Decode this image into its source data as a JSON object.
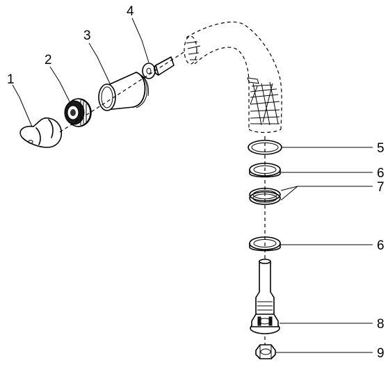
{
  "diagram": {
    "callouts": [
      {
        "id": "c1",
        "label": "1"
      },
      {
        "id": "c2",
        "label": "2"
      },
      {
        "id": "c3",
        "label": "3"
      },
      {
        "id": "c4",
        "label": "4"
      },
      {
        "id": "c5",
        "label": "5"
      },
      {
        "id": "c6a",
        "label": "6"
      },
      {
        "id": "c7",
        "label": "7"
      },
      {
        "id": "c6b",
        "label": "6"
      },
      {
        "id": "c8",
        "label": "8"
      },
      {
        "id": "c9",
        "label": "9"
      }
    ]
  }
}
